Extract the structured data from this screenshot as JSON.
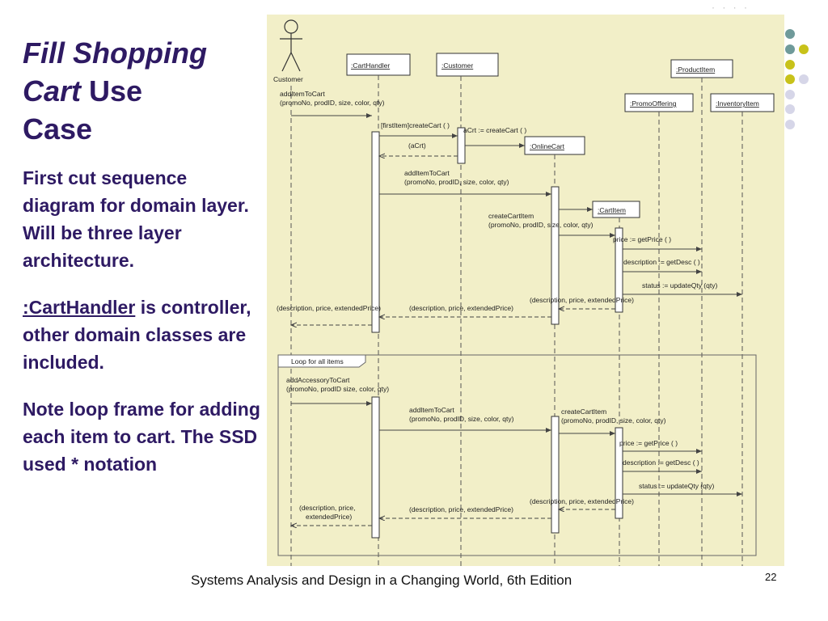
{
  "slide": {
    "title_italic_1": "Fill Shopping",
    "title_italic_2": "Cart",
    "title_rest_1": " Use",
    "title_rest_2": "Case",
    "para1": "First cut sequence diagram for domain layer. Will be three layer architecture.",
    "para2_link": ":CartHandler",
    "para2_rest": " is controller, other domain classes are included.",
    "para3": "Note loop frame for adding each item to cart. The SSD used * notation",
    "footer": "Systems Analysis and Design in a Changing World, 6th Edition",
    "page_number": "22"
  },
  "colors": {
    "title_text": "#2e1a63",
    "panel_bg": "#f2efc8",
    "dot_teal": "#6f9a9a",
    "dot_olive": "#c8c21a",
    "dot_lavender": "#d6d6e8"
  },
  "diagram": {
    "actor": "Customer",
    "participants": [
      ":CartHandler",
      ":Customer",
      ":ProductItem",
      ":PromoOffering",
      ":InventoryItem",
      ":OnlineCart",
      ":CartItem"
    ],
    "messages": [
      "addItemToCart",
      "(promoNo, prodID, size, color, qty)",
      "[firstItem]createCart ( )",
      "aCrt := createCart ( )",
      "(aCrt)",
      "addItemToCart",
      "(promoNo, prodID, size, color, qty)",
      "createCartItem",
      "(promoNo, prodID, size, color, qty)",
      "price := getPrice ( )",
      "description := getDesc ( )",
      "status := updateQty (qty)",
      "(description, price, extendedPrice)",
      "(description, price, extendedPrice)",
      "(description, price, extendedPrice)",
      "addAccessoryToCart",
      "(promoNo, prodID size, color, qty)",
      "addItemToCart",
      "(promoNo, prodID, size, color, qty)",
      "createCartItem",
      "(promoNo, prodID, size, color, qty)",
      "price := getPrice ( )",
      "description := getDesc ( )",
      "status := updateQty (qty)",
      "(description, price, extendedPrice)",
      "(description, price, extendedPrice)",
      "(description, price,",
      "extendedPrice)"
    ],
    "loop_label": "Loop for all items"
  }
}
